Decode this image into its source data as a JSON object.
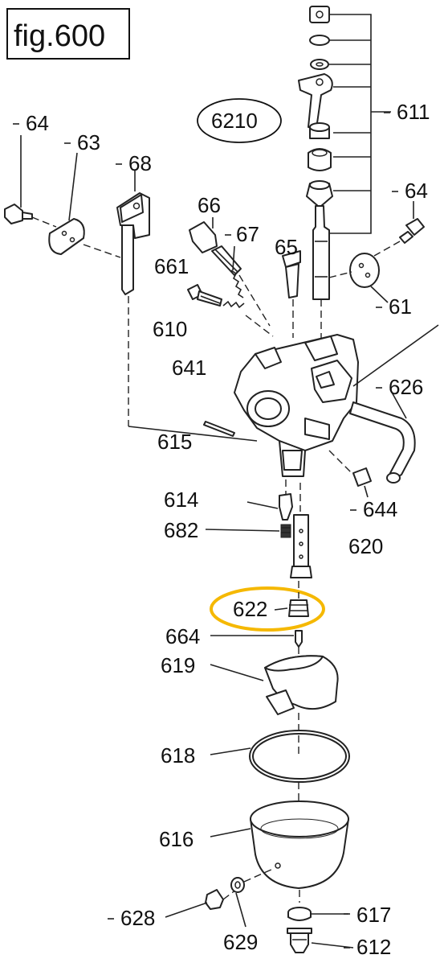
{
  "figure": {
    "label": "fig.600"
  },
  "assembly_label": "6210",
  "highlight": {
    "part": "622",
    "color": "#f5b800"
  },
  "parts": {
    "p64a": "64",
    "p63": "63",
    "p68": "68",
    "p66": "66",
    "p67": "67",
    "p661": "661",
    "p65": "65",
    "p611": "611",
    "p64b": "64",
    "p61": "61",
    "p610": "610",
    "p641": "641",
    "p626": "626",
    "p615": "615",
    "p614": "614",
    "p682": "682",
    "p644": "644",
    "p620": "620",
    "p622": "622",
    "p664": "664",
    "p619": "619",
    "p618": "618",
    "p616": "616",
    "p628": "628",
    "p629": "629",
    "p617": "617",
    "p612": "612"
  }
}
